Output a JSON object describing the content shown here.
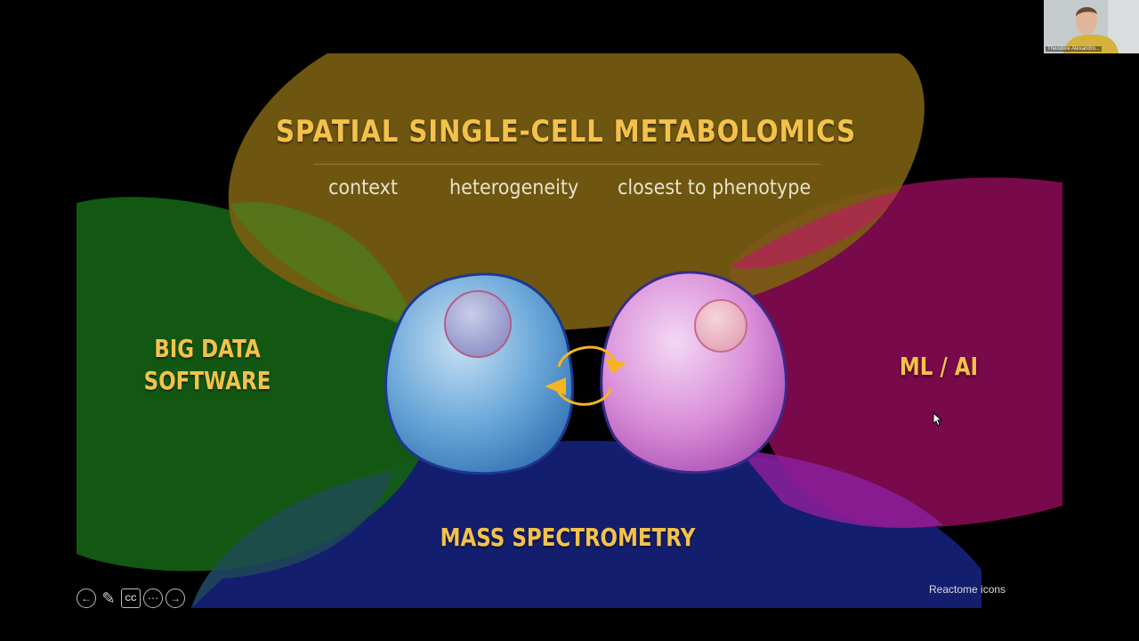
{
  "slide": {
    "title": "SPATIAL SINGLE-CELL METABOLOMICS",
    "keywords": [
      "context",
      "heterogeneity",
      "closest to phenotype"
    ],
    "left_label_line1": "BIG DATA",
    "left_label_line2": "SOFTWARE",
    "right_label": "ML / AI",
    "bottom_label": "MASS SPECTROMETRY",
    "credit": "Reactome icons",
    "colors": {
      "background": "#000000",
      "top_region": "#7a5f12",
      "left_region": "#135d14",
      "right_region": "#7e0a4e",
      "bottom_region": "#141e6e",
      "accent_text": "#f4c24a",
      "cell_left": "#6aa7d8",
      "cell_right": "#d98ed8",
      "exchange_arrows": "#f5b521"
    }
  },
  "controls": {
    "icons": [
      "arrow-left-icon",
      "pen-icon",
      "captions-icon",
      "more-icon",
      "arrow-right-icon"
    ],
    "captions_label": "CC"
  },
  "video": {
    "participant_name": "Theodore Alexandro..."
  }
}
